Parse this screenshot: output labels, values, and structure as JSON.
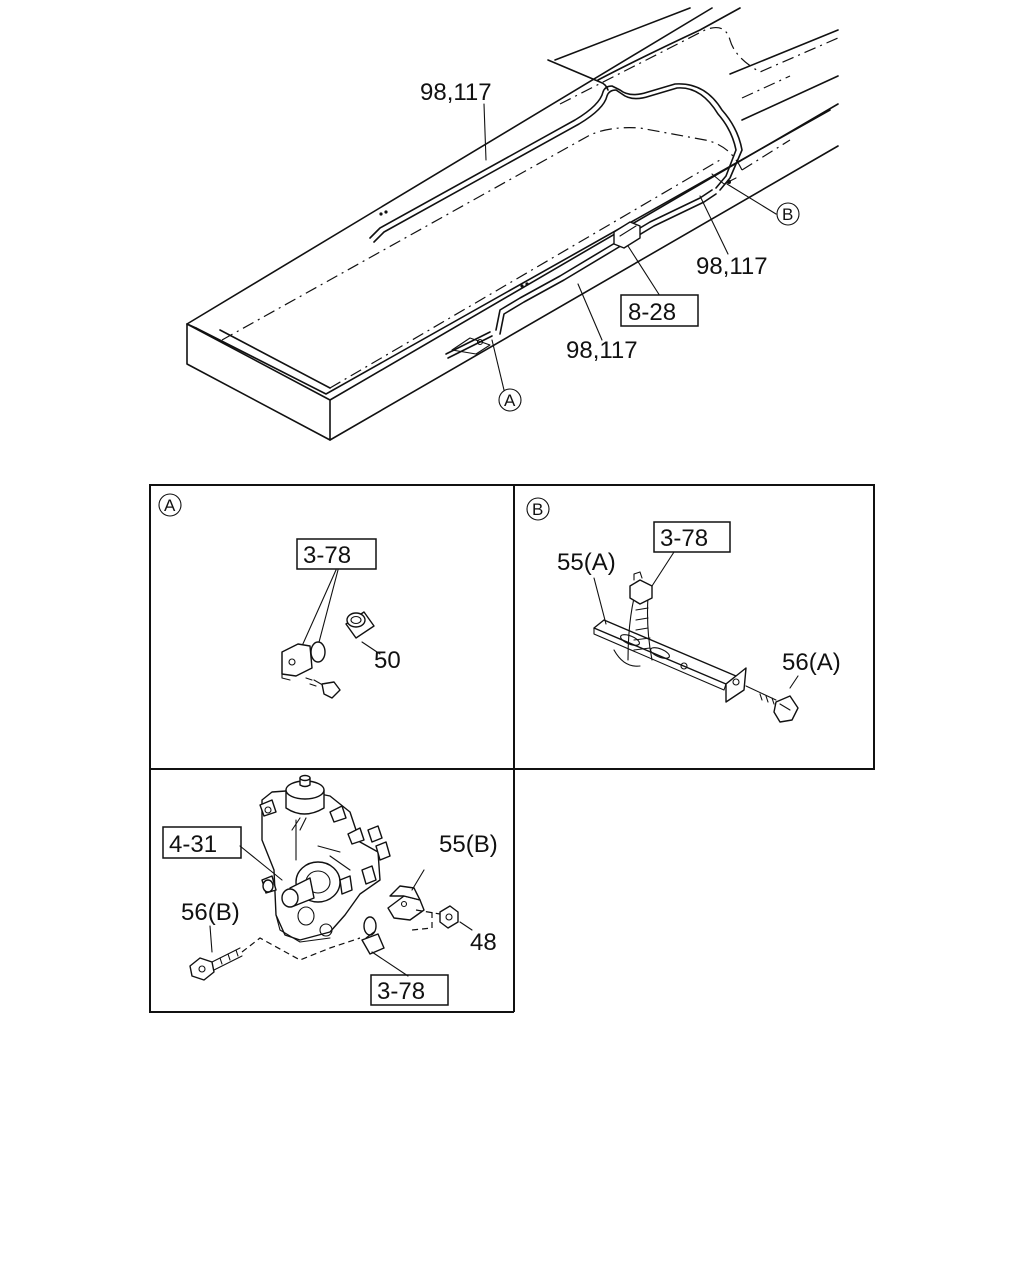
{
  "main_view": {
    "pipe_label_upper": "98,117",
    "pipe_label_right": "98,117",
    "pipe_label_lower": "98,117",
    "ref_box_connector": "8-28",
    "circle_a": "A",
    "circle_b": "B"
  },
  "detail_a": {
    "circle": "A",
    "ref_box": "3-78",
    "part_sleeve": "50"
  },
  "detail_b": {
    "circle": "B",
    "ref_box": "3-78",
    "part_bracket": "55(A)",
    "part_bolt": "56(A)"
  },
  "detail_c": {
    "ref_box_pump": "4-31",
    "ref_box_connector": "3-78",
    "part_bracket": "55(B)",
    "part_bolt": "56(B)",
    "part_nut": "48"
  }
}
